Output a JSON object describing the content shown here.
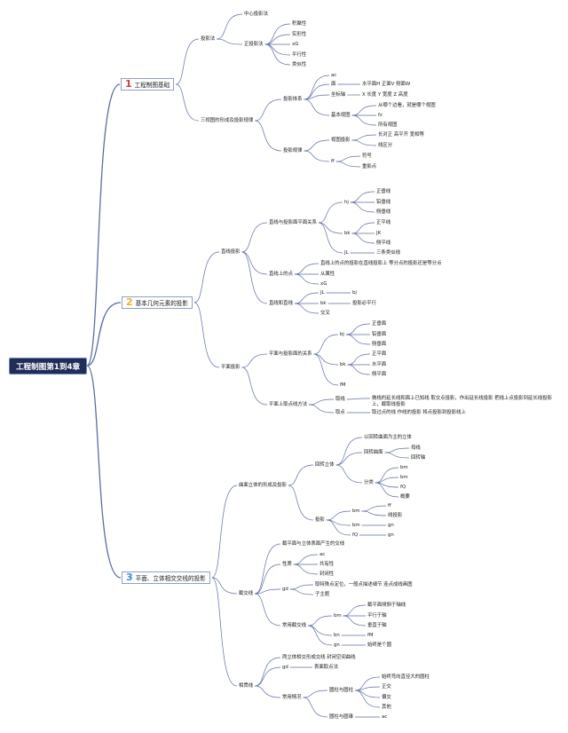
{
  "title": "工程制图第1到4章",
  "colors": {
    "edge": "#5b6ea3",
    "root_bg": "#1f2d57"
  },
  "nodes": [
    {
      "id": "c1",
      "label": "工程制图基础",
      "num": "1",
      "num_color": "#d43a3a",
      "p": "root"
    },
    {
      "id": "a1",
      "label": "投影法",
      "p": "c1"
    },
    {
      "id": "a1a",
      "label": "中心投影法",
      "p": "a1"
    },
    {
      "id": "a1b",
      "label": "正投影法",
      "p": "a1"
    },
    {
      "id": "a1b1",
      "label": "积聚性",
      "p": "a1b"
    },
    {
      "id": "a1b2",
      "label": "实形性",
      "p": "a1b"
    },
    {
      "id": "a1b3",
      "label": "xG",
      "p": "a1b"
    },
    {
      "id": "a1b4",
      "label": "平行性",
      "p": "a1b"
    },
    {
      "id": "a1b5",
      "label": "类似性",
      "p": "a1b"
    },
    {
      "id": "a2",
      "label": "三视图的形成及投影规律",
      "p": "c1"
    },
    {
      "id": "a2a",
      "label": "投影体系",
      "p": "a2"
    },
    {
      "id": "a2a1",
      "label": "ac",
      "p": "a2a"
    },
    {
      "id": "a2a2",
      "label": "面",
      "p": "a2a"
    },
    {
      "id": "a2a2a",
      "label": "水平面H 正面V 侧面W",
      "p": "a2a2"
    },
    {
      "id": "a2a3",
      "label": "坐标轴",
      "p": "a2a"
    },
    {
      "id": "a2a3a",
      "label": "X 长度 Y 宽度 Z 高度",
      "p": "a2a3"
    },
    {
      "id": "a2a4",
      "label": "基本视图",
      "p": "a2a"
    },
    {
      "id": "a2a4a",
      "label": "从哪个边看，就是哪个视图",
      "p": "a2a4"
    },
    {
      "id": "a2a4b",
      "label": "fz",
      "p": "a2a4"
    },
    {
      "id": "a2a4c",
      "label": "所有视图",
      "p": "a2a4"
    },
    {
      "id": "a2b",
      "label": "投影规律",
      "p": "a2"
    },
    {
      "id": "a2b1",
      "label": "视图投影",
      "p": "a2b"
    },
    {
      "id": "a2b1a",
      "label": "长对正 高平齐 宽相等",
      "p": "a2b1"
    },
    {
      "id": "a2b1b",
      "label": "线区分",
      "p": "a2b1"
    },
    {
      "id": "a2b2",
      "label": "ff",
      "p": "a2b"
    },
    {
      "id": "a2b2a",
      "label": "符号",
      "p": "a2b2"
    },
    {
      "id": "a2b2b",
      "label": "重影点",
      "p": "a2b2"
    },
    {
      "id": "c2",
      "label": "基本几何元素的投影",
      "num": "2",
      "num_color": "#e6b422",
      "p": "root"
    },
    {
      "id": "b1",
      "label": "直线投影",
      "p": "c2"
    },
    {
      "id": "b1a",
      "label": "直线与投影面平面关系",
      "p": "b1"
    },
    {
      "id": "b1a1",
      "label": "hj",
      "p": "b1a"
    },
    {
      "id": "b1a1a",
      "label": "正垂线",
      "p": "b1a1"
    },
    {
      "id": "b1a1b",
      "label": "铅垂线",
      "p": "b1a1"
    },
    {
      "id": "b1a1c",
      "label": "侧垂线",
      "p": "b1a1"
    },
    {
      "id": "b1a2",
      "label": "bk",
      "p": "b1a"
    },
    {
      "id": "b1a2a",
      "label": "正平线",
      "p": "b1a2"
    },
    {
      "id": "b1a2b",
      "label": "JK",
      "p": "b1a2"
    },
    {
      "id": "b1a2c",
      "label": "侧平线",
      "p": "b1a2"
    },
    {
      "id": "b1a3",
      "label": "JL",
      "p": "b1a"
    },
    {
      "id": "b1a3a",
      "label": "三条类似线",
      "p": "b1a3"
    },
    {
      "id": "b1b",
      "label": "直线上的点",
      "p": "b1"
    },
    {
      "id": "b1b1",
      "label": "直线上的点的投影在直线投影上 等分点的投影还是等分点",
      "p": "b1b"
    },
    {
      "id": "b1b2",
      "label": "从属性",
      "p": "b1b"
    },
    {
      "id": "b1b3",
      "label": "xG",
      "p": "b1b"
    },
    {
      "id": "b1c",
      "label": "直线和直线",
      "p": "b1"
    },
    {
      "id": "b1c1",
      "label": "JL",
      "p": "b1c"
    },
    {
      "id": "b1c1a",
      "label": "bj",
      "p": "b1c1"
    },
    {
      "id": "b1c2",
      "label": "bk",
      "p": "b1c"
    },
    {
      "id": "b1c2a",
      "label": "投影必平行",
      "p": "b1c2"
    },
    {
      "id": "b1c3",
      "label": "交叉",
      "p": "b1c"
    },
    {
      "id": "b2",
      "label": "平面投影",
      "p": "c2"
    },
    {
      "id": "b2a",
      "label": "平面与投影面的关系",
      "p": "b2"
    },
    {
      "id": "b2a1",
      "label": "bj",
      "p": "b2a"
    },
    {
      "id": "b2a1a",
      "label": "正垂面",
      "p": "b2a1"
    },
    {
      "id": "b2a1b",
      "label": "铅垂面",
      "p": "b2a1"
    },
    {
      "id": "b2a1c",
      "label": "侧垂面",
      "p": "b2a1"
    },
    {
      "id": "b2a2",
      "label": "bk",
      "p": "b2a"
    },
    {
      "id": "b2a2a",
      "label": "正平面",
      "p": "b2a2"
    },
    {
      "id": "b2a2b",
      "label": "水平面",
      "p": "b2a2"
    },
    {
      "id": "b2a2c",
      "label": "侧平面",
      "p": "b2a2"
    },
    {
      "id": "b2a3",
      "label": "fM",
      "p": "b2a"
    },
    {
      "id": "b2b",
      "label": "平面上取点线方法",
      "p": "b2"
    },
    {
      "id": "b2b1",
      "label": "取线",
      "p": "b2b"
    },
    {
      "id": "b2b1a",
      "label": "做线的延长线和面上已知线 取交点投影，作出延长线投影 把线上点投影到延长线投影上，截取线投影",
      "p": "b2b1"
    },
    {
      "id": "b2b2",
      "label": "取点",
      "p": "b2b"
    },
    {
      "id": "b2b2a",
      "label": "取过点的线 作线的投影 将点投影到投影线上",
      "p": "b2b2"
    },
    {
      "id": "c3",
      "label": "平面、立体相交交线的投影",
      "num": "3",
      "num_color": "#3b8fd6",
      "p": "root"
    },
    {
      "id": "d1",
      "label": "曲面立体的形成及投影",
      "p": "c3"
    },
    {
      "id": "d1a",
      "label": "回转立体",
      "p": "d1"
    },
    {
      "id": "d1a1",
      "label": "以回转曲面为主的立体",
      "p": "d1a"
    },
    {
      "id": "d1a2",
      "label": "回转曲面",
      "p": "d1a"
    },
    {
      "id": "d1a2a",
      "label": "母线",
      "p": "d1a2"
    },
    {
      "id": "d1a2b",
      "label": "回转轴",
      "p": "d1a2"
    },
    {
      "id": "d1a3",
      "label": "分类",
      "p": "d1a"
    },
    {
      "id": "d1a3a",
      "label": "bm",
      "p": "d1a3"
    },
    {
      "id": "d1a3b",
      "label": "bm",
      "p": "d1a3"
    },
    {
      "id": "d1a3c",
      "label": "fQ",
      "p": "d1a3"
    },
    {
      "id": "d1a3d",
      "label": "概要",
      "p": "d1a3"
    },
    {
      "id": "d1b",
      "label": "投影",
      "p": "d1"
    },
    {
      "id": "d1b1",
      "label": "bm",
      "p": "d1b"
    },
    {
      "id": "d1b1a",
      "label": "ff",
      "p": "d1b1"
    },
    {
      "id": "d1b1b",
      "label": "线投影",
      "p": "d1b1"
    },
    {
      "id": "d1b2",
      "label": "bm",
      "p": "d1b"
    },
    {
      "id": "d1b2a",
      "label": "gn",
      "p": "d1b2"
    },
    {
      "id": "d1b3",
      "label": "fQ",
      "p": "d1b"
    },
    {
      "id": "d1b3a",
      "label": "gn",
      "p": "d1b3"
    },
    {
      "id": "d2",
      "label": "截交线",
      "p": "c3"
    },
    {
      "id": "d2a",
      "label": "截平面与立体表面产生的交线",
      "p": "d2"
    },
    {
      "id": "d2b",
      "label": "性质",
      "p": "d2"
    },
    {
      "id": "d2b1",
      "label": "ac",
      "p": "d2b"
    },
    {
      "id": "d2b2",
      "label": "共有性",
      "p": "d2b"
    },
    {
      "id": "d2b3",
      "label": "封闭性",
      "p": "d2b"
    },
    {
      "id": "d2c",
      "label": "gd",
      "p": "d2"
    },
    {
      "id": "d2c1",
      "label": "取特殊点定位，一般点描述细节 连点成线画图",
      "p": "d2c"
    },
    {
      "id": "d2c2",
      "label": "子主题",
      "p": "d2c"
    },
    {
      "id": "d2d",
      "label": "常用截交线",
      "p": "d2"
    },
    {
      "id": "d2d1",
      "label": "bm",
      "p": "d2d"
    },
    {
      "id": "d2d1a",
      "label": "截平面倾斜于轴线",
      "p": "d2d1"
    },
    {
      "id": "d2d1b",
      "label": "平行于轴",
      "p": "d2d1"
    },
    {
      "id": "d2d1c",
      "label": "垂直于轴",
      "p": "d2d1"
    },
    {
      "id": "d2d2",
      "label": "bn",
      "p": "d2d"
    },
    {
      "id": "d2d2a",
      "label": "fM",
      "p": "d2d2"
    },
    {
      "id": "d2d3",
      "label": "gn",
      "p": "d2d"
    },
    {
      "id": "d2d3a",
      "label": "始终是个圆",
      "p": "d2d3"
    },
    {
      "id": "d3",
      "label": "相贯线",
      "p": "c3"
    },
    {
      "id": "d3a",
      "label": "两立体相交形成交线 封闭空间曲线",
      "p": "d3"
    },
    {
      "id": "d3b",
      "label": "gd",
      "p": "d3"
    },
    {
      "id": "d3b1",
      "label": "表面取点法",
      "p": "d3b"
    },
    {
      "id": "d3c",
      "label": "常用情况",
      "p": "d3"
    },
    {
      "id": "d3c1",
      "label": "圆柱与圆柱",
      "p": "d3c"
    },
    {
      "id": "d3c1a",
      "label": "始终弯向直径大的圆柱",
      "p": "d3c1"
    },
    {
      "id": "d3c1b",
      "label": "正交",
      "p": "d3c1"
    },
    {
      "id": "d3c1c",
      "label": "偏交",
      "p": "d3c1"
    },
    {
      "id": "d3c1d",
      "label": "其他",
      "p": "d3c1"
    },
    {
      "id": "d3c2",
      "label": "圆柱与圆锥",
      "p": "d3c"
    },
    {
      "id": "d3c2a",
      "label": "ac",
      "p": "d3c2"
    }
  ]
}
